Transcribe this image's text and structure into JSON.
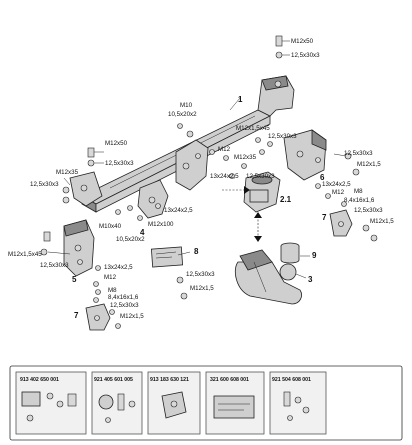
{
  "callouts": {
    "c1": "1",
    "c2_1": "2.1",
    "c3": "3",
    "c4": "4",
    "c5": "5",
    "c6": "6",
    "c7a": "7",
    "c7b": "7",
    "c8": "8",
    "c9": "9"
  },
  "labels": {
    "top_m12x50": "M12x50",
    "top_12_5x30x3": "12,5x30x3",
    "m10": "M10",
    "w10_5x20x2": "10,5x20x2",
    "left_m12x50": "M12x50",
    "left_12_5x30x3": "12,5x30x3",
    "m12x35_left": "M12x35",
    "w12_5x30x3_left": "12,5x30x3",
    "m12x1_5x45_right": "M12x1,5x45",
    "w12_5x30x3_right": "12,5x30x3",
    "m12_mid": "M12",
    "m12x35_mid": "M12x35",
    "w13x24x2_5_mid": "13x24x2,5",
    "w12_5x30x3_mid": "12,5x30x3",
    "w13x24x2_5_c": "13x24x2,5",
    "m10x40": "M10x40",
    "m12x100": "M12x100",
    "w10_5x20x2_b": "10,5x20x2",
    "r_12_5x30x3": "12,5x30x3",
    "r_m12x1_5": "M12x1,5",
    "r_13x24x2_5": "13x24x2,5",
    "r_m12": "M12",
    "r_m8": "M8",
    "r_8_4x16x1_6": "8,4x16x1,6",
    "r_12_5x30x3_b": "12,5x30x3",
    "r_m12x1_5_b": "M12x1,5",
    "l_m12x1_5x45": "M12x1,5x45",
    "l_12_5x30x3": "12,5x30x3",
    "l_13x24x2_5": "13x24x2,5",
    "l_m12": "M12",
    "l_12_5x30x3_b": "12,5x30x3",
    "l_m12x1_5": "M12x1,5",
    "l_m8": "M8",
    "l_8_4x16x1_6": "8,4x16x1,6",
    "l_12_5x30x3_c": "12,5x30x3",
    "l_m12x1_5_c": "M12x1,5"
  },
  "kits": [
    {
      "code": "913 402 650 001"
    },
    {
      "code": "921 405 601 005"
    },
    {
      "code": "913 183 630 121"
    },
    {
      "code": "321 600 608 001"
    },
    {
      "code": "921 504 608 001"
    }
  ],
  "kit_panel_color": "#f1f1f1",
  "part_color": "#cfcfcf"
}
